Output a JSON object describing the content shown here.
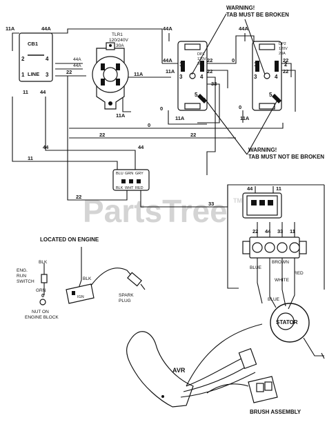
{
  "watermark": {
    "text": "PartsTree",
    "tm": "TM"
  },
  "warnings": {
    "broken": [
      "WARNING!",
      "TAB MUST BE BROKEN"
    ],
    "not_broken": [
      "WARNING!",
      "TAB MUST NOT BE BROKEN"
    ]
  },
  "components": {
    "cb1": {
      "label": "CB1",
      "pin1": "1",
      "pin2": "2",
      "pin3": "3",
      "pin4": "4",
      "line": "LINE"
    },
    "tlr1": {
      "lines": [
        "TLR1",
        "120/240V",
        "30A"
      ]
    },
    "dp1": {
      "lines": [
        "DP1",
        "120V",
        "20A"
      ]
    },
    "dp2": {
      "lines": [
        "DP2",
        "120V",
        "20A"
      ]
    },
    "connector": {
      "pins": [
        "BLU",
        "GRN",
        "GRY",
        "BLK",
        "WHT",
        "RED"
      ]
    },
    "stator": {
      "label": "STATOR"
    },
    "avr": {
      "label": "AVR"
    },
    "brush": {
      "label": "BRUSH ASSEMBLY"
    }
  },
  "engine": {
    "title": "LOCATED ON ENGINE",
    "switch": [
      "ENG.",
      "RUN",
      "SWITCH"
    ],
    "blk": "BLK",
    "grn": "GRN",
    "zero": "0",
    "nut": [
      "NUT ON",
      "ENGINE BLOCK"
    ],
    "plug_blk": "BLK",
    "ign": "IGN",
    "spark": [
      "SPARK",
      "PLUG"
    ]
  },
  "colors": [
    "BLUE",
    "WHITE",
    "BROWN",
    "RED",
    "BLUE"
  ],
  "wires": {
    "w11a_tl": "11A",
    "w44a_tl": "44A",
    "w11_cb": "11",
    "w44_cb": "44",
    "w44a_t1": "44A",
    "w44a_t2": "44A",
    "w22_t": "22",
    "w11a_t": "11A",
    "w11a_b": "11A",
    "w44a_dp1": "44A",
    "w44a_dp1b": "44A",
    "w11a_dp1": "11A",
    "w22_dp1a": "22",
    "w22_dp1b": "22",
    "w33_dp1": "33",
    "w0_dp1": "0",
    "w11a_dp1b": "11A",
    "w44a_dp2": "44A",
    "w0_dp2a": "0",
    "w22_dp2a": "22",
    "w22_dp2b": "22",
    "w0_dp2b": "0",
    "w11a_dp2": "11A",
    "w0_mid": "0",
    "w22_mid": "22",
    "w22_mid2": "22",
    "w44_mid": "44",
    "w44_mid2": "44",
    "w11_mid": "11",
    "w22_low": "22",
    "w33_low": "33",
    "w44_stc": "44",
    "w11_stc": "11",
    "w22_stb": "22",
    "w44_stb": "44",
    "w33_stb": "33",
    "w11_stb": "11",
    "dp_pin1": "1",
    "dp_pin2": "2",
    "dp_pin3": "3",
    "dp_pin4": "4",
    "dp_pin5": "5",
    "dp2_pin1": "1",
    "dp2_pin2": "2",
    "dp2_pin3": "3",
    "dp2_pin4": "4",
    "dp2_pin5": "5"
  }
}
